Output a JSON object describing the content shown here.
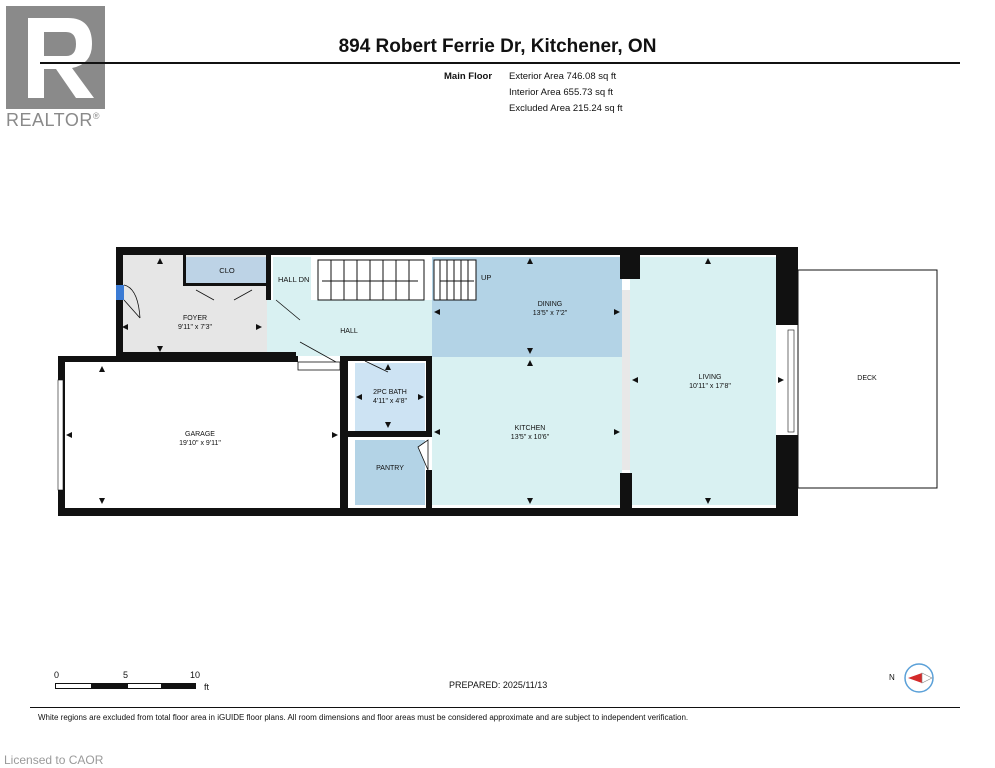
{
  "branding": {
    "logo_text": "REALTOR",
    "logo_reg_mark": "®",
    "logo_color": "#8a8a8a"
  },
  "header": {
    "title": "894 Robert Ferrie Dr, Kitchener, ON"
  },
  "floor_stats": {
    "floor_label": "Main Floor",
    "exterior": "Exterior Area 746.08 sq ft",
    "interior": "Interior Area 655.73 sq ft",
    "excluded": "Excluded Area 215.24 sq ft"
  },
  "rooms": {
    "clo": {
      "name": "CLO"
    },
    "hall_dn": {
      "name": "HALL DN"
    },
    "up": {
      "name": "UP"
    },
    "foyer": {
      "name": "FOYER",
      "dims": "9'11\" x 7'3\""
    },
    "hall": {
      "name": "HALL"
    },
    "dining": {
      "name": "DINING",
      "dims": "13'5\" x 7'2\""
    },
    "living": {
      "name": "LIVING",
      "dims": "10'11\" x 17'8\""
    },
    "deck": {
      "name": "DECK"
    },
    "bath": {
      "name": "2PC BATH",
      "dims": "4'11\" x 4'8\""
    },
    "kitchen": {
      "name": "KITCHEN",
      "dims": "13'5\" x 10'6\""
    },
    "garage": {
      "name": "GARAGE",
      "dims": "19'10\" x 9'11\""
    },
    "pantry": {
      "name": "PANTRY"
    }
  },
  "colors": {
    "foyer": "#e6e6e6",
    "closet": "#bdd3e6",
    "hall": "#d9f1f2",
    "dining": "#b3d3e6",
    "kitchen": "#d9f1f2",
    "living": "#d9f1f2",
    "bath": "#cde3f3",
    "pantry": "#b3d3e6",
    "wall": "#111111"
  },
  "scale": {
    "label_0": "0",
    "label_5": "5",
    "label_10": "10",
    "unit": "ft"
  },
  "compass": {
    "label": "N"
  },
  "footer": {
    "prepared": "PREPARED: 2025/11/13",
    "disclaimer": "White regions are excluded from total floor area in iGUIDE floor plans. All room dimensions and floor areas must be considered approximate and are subject to independent verification.",
    "licensed": "Licensed to CAOR"
  }
}
